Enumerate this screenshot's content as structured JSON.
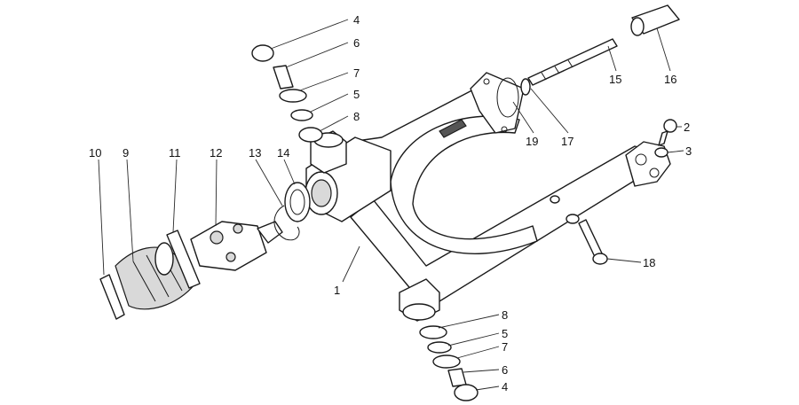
{
  "callouts": [
    {
      "id": "c4-top",
      "text": "4"
    },
    {
      "id": "c6-top",
      "text": "6"
    },
    {
      "id": "c7-top",
      "text": "7"
    },
    {
      "id": "c5-top",
      "text": "5"
    },
    {
      "id": "c8-top",
      "text": "8"
    },
    {
      "id": "c10",
      "text": "10"
    },
    {
      "id": "c9",
      "text": "9"
    },
    {
      "id": "c11",
      "text": "11"
    },
    {
      "id": "c12",
      "text": "12"
    },
    {
      "id": "c13",
      "text": "13"
    },
    {
      "id": "c14",
      "text": "14"
    },
    {
      "id": "c15",
      "text": "15"
    },
    {
      "id": "c16",
      "text": "16"
    },
    {
      "id": "c19",
      "text": "19"
    },
    {
      "id": "c17",
      "text": "17"
    },
    {
      "id": "c2",
      "text": "2"
    },
    {
      "id": "c3",
      "text": "3"
    },
    {
      "id": "c18",
      "text": "18"
    },
    {
      "id": "c1",
      "text": "1"
    },
    {
      "id": "c8-bot",
      "text": "8"
    },
    {
      "id": "c5-bot",
      "text": "5"
    },
    {
      "id": "c7-bot",
      "text": "7"
    },
    {
      "id": "c6-bot",
      "text": "6"
    },
    {
      "id": "c4-bot",
      "text": "4"
    }
  ]
}
